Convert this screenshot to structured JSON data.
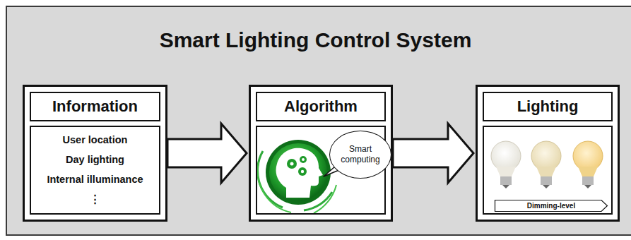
{
  "diagram": {
    "title": "Smart Lighting Control System",
    "nodes": [
      {
        "text": [
          "Information",
          "User location",
          "Day lighting",
          "Internal illuminance",
          "⋮"
        ]
      },
      {
        "text": [
          "Algorithm"
        ]
      },
      {
        "text": [
          "Smart computing"
        ],
        "in": 1
      },
      {
        "text": [
          "Lighting"
        ]
      },
      {
        "text": [
          "Dimming-level"
        ],
        "in": 3
      }
    ],
    "edges": [
      {
        "from": 0,
        "to": 1,
        "arrow": "to"
      },
      {
        "from": 1,
        "to": 3,
        "arrow": "to"
      }
    ]
  }
}
